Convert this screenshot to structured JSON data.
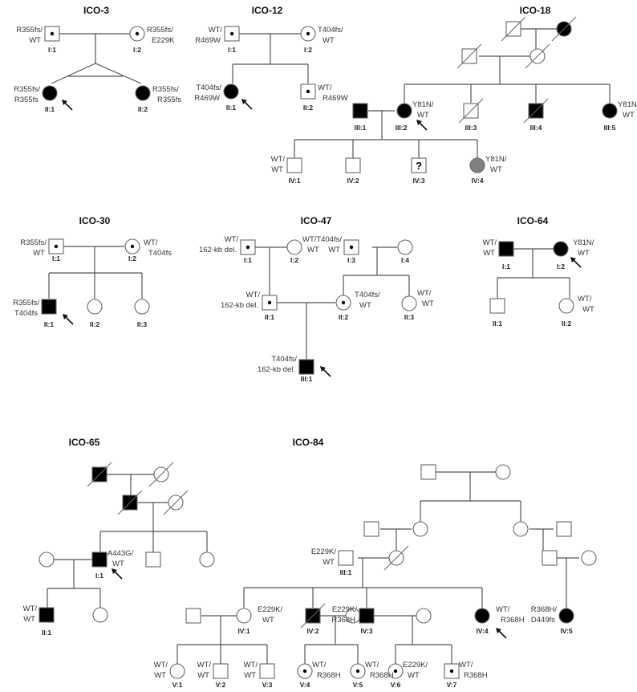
{
  "figure": {
    "type": "pedigree-charts",
    "colors": {
      "affected": "#000000",
      "unaffected": "#ffffff",
      "uncertain": "#808080",
      "line": "#555555",
      "outline": "#666666"
    },
    "legend_semantics": {
      "filled": "affected",
      "dot": "heterozygous carrier",
      "slash": "deceased",
      "question": "unknown status",
      "arrow": "proband",
      "gray": "partially affected"
    },
    "families": [
      {
        "id": "ICO-3",
        "title": "ICO-3",
        "individuals": [
          {
            "id": "I:1",
            "sex": "male",
            "status": "carrier",
            "genotype": [
              "R355fs/",
              "WT"
            ]
          },
          {
            "id": "I:2",
            "sex": "female",
            "status": "carrier",
            "genotype": [
              "R355fs/",
              "E229K"
            ]
          },
          {
            "id": "II:1",
            "sex": "female",
            "status": "affected",
            "genotype": [
              "R355fs/",
              "R355fs"
            ],
            "proband": true,
            "twin": "monozygotic"
          },
          {
            "id": "II:2",
            "sex": "female",
            "status": "affected",
            "genotype": [
              "R355fs/",
              "R355fs"
            ],
            "twin": "monozygotic"
          }
        ]
      },
      {
        "id": "ICO-12",
        "title": "ICO-12",
        "individuals": [
          {
            "id": "I:1",
            "sex": "male",
            "status": "carrier",
            "genotype": [
              "WT/",
              "R469W"
            ]
          },
          {
            "id": "I:2",
            "sex": "female",
            "status": "carrier",
            "genotype": [
              "T404fs/",
              "WT"
            ]
          },
          {
            "id": "II:1",
            "sex": "female",
            "status": "affected",
            "genotype": [
              "T404fs/",
              "R469W"
            ],
            "proband": true
          },
          {
            "id": "II:2",
            "sex": "male",
            "status": "carrier",
            "genotype": [
              "WT/",
              "R469W"
            ]
          }
        ]
      },
      {
        "id": "ICO-18",
        "title": "ICO-18",
        "individuals": [
          {
            "id": "gp-m",
            "sex": "male",
            "status": "unaffected",
            "deceased": true
          },
          {
            "id": "gp-f",
            "sex": "female",
            "status": "affected",
            "deceased": true
          },
          {
            "id": "p-m",
            "sex": "male",
            "status": "unaffected",
            "deceased": true
          },
          {
            "id": "p-f",
            "sex": "female",
            "status": "unaffected",
            "deceased": true
          },
          {
            "id": "III:1",
            "sex": "male",
            "status": "affected"
          },
          {
            "id": "III:2",
            "sex": "female",
            "status": "affected",
            "genotype": [
              "Y81N/",
              "WT"
            ],
            "proband": true
          },
          {
            "id": "III:3",
            "sex": "male",
            "status": "unaffected",
            "deceased": true
          },
          {
            "id": "III:4",
            "sex": "male",
            "status": "affected",
            "deceased": true
          },
          {
            "id": "III:5",
            "sex": "female",
            "status": "affected",
            "genotype": [
              "Y81N/",
              "WT"
            ]
          },
          {
            "id": "IV:1",
            "sex": "male",
            "status": "unaffected",
            "genotype": [
              "WT/",
              "WT"
            ]
          },
          {
            "id": "IV:2",
            "sex": "male",
            "status": "unaffected"
          },
          {
            "id": "IV:3",
            "sex": "male",
            "status": "unknown",
            "mark": "?"
          },
          {
            "id": "IV:4",
            "sex": "female",
            "status": "uncertain",
            "genotype": [
              "Y81N/",
              "WT"
            ]
          }
        ]
      },
      {
        "id": "ICO-30",
        "title": "ICO-30",
        "individuals": [
          {
            "id": "I:1",
            "sex": "male",
            "status": "carrier",
            "genotype": [
              "R355fs/",
              "WT"
            ]
          },
          {
            "id": "I:2",
            "sex": "female",
            "status": "carrier",
            "genotype": [
              "WT/",
              "T404fs"
            ]
          },
          {
            "id": "II:1",
            "sex": "male",
            "status": "affected",
            "genotype": [
              "R355fs/",
              "T404fs"
            ],
            "proband": true
          },
          {
            "id": "II:2",
            "sex": "female",
            "status": "unaffected"
          },
          {
            "id": "II:3",
            "sex": "female",
            "status": "unaffected"
          }
        ]
      },
      {
        "id": "ICO-47",
        "title": "ICO-47",
        "individuals": [
          {
            "id": "I:1",
            "sex": "male",
            "status": "carrier",
            "genotype": [
              "WT/",
              "162-kb del."
            ]
          },
          {
            "id": "I:2",
            "sex": "female",
            "status": "unaffected",
            "genotype": [
              "WT/",
              "WT"
            ]
          },
          {
            "id": "I:3",
            "sex": "male",
            "status": "carrier",
            "genotype": [
              "T404fs/",
              "WT"
            ]
          },
          {
            "id": "I:4",
            "sex": "female",
            "status": "unaffected"
          },
          {
            "id": "II:1",
            "sex": "male",
            "status": "carrier",
            "genotype": [
              "WT/",
              "162-kb del."
            ]
          },
          {
            "id": "II:2",
            "sex": "female",
            "status": "carrier",
            "genotype": [
              "T404fs/",
              "WT"
            ]
          },
          {
            "id": "II:3",
            "sex": "female",
            "status": "unaffected",
            "genotype": [
              "WT/",
              "WT"
            ]
          },
          {
            "id": "III:1",
            "sex": "male",
            "status": "affected",
            "genotype": [
              "T404fs/",
              "162-kb del."
            ],
            "proband": true
          }
        ]
      },
      {
        "id": "ICO-64",
        "title": "ICO-64",
        "individuals": [
          {
            "id": "I:1",
            "sex": "male",
            "status": "affected",
            "genotype": [
              "WT/",
              "WT"
            ]
          },
          {
            "id": "I:2",
            "sex": "female",
            "status": "affected",
            "genotype": [
              "Y81N/",
              "WT"
            ],
            "proband": true
          },
          {
            "id": "II:1",
            "sex": "male",
            "status": "unaffected"
          },
          {
            "id": "II:2",
            "sex": "female",
            "status": "unaffected",
            "genotype": [
              "WT/",
              "WT"
            ]
          }
        ]
      },
      {
        "id": "ICO-65",
        "title": "ICO-65",
        "individuals": [
          {
            "id": "gp-m",
            "sex": "male",
            "status": "affected",
            "deceased": true
          },
          {
            "id": "gp-f",
            "sex": "female",
            "status": "unaffected",
            "deceased": true
          },
          {
            "id": "p-m",
            "sex": "male",
            "status": "affected",
            "deceased": true
          },
          {
            "id": "p-f",
            "sex": "female",
            "status": "unaffected",
            "deceased": true
          },
          {
            "id": "spouse",
            "sex": "female",
            "status": "unaffected"
          },
          {
            "id": "I:1",
            "sex": "male",
            "status": "affected",
            "genotype": [
              "A443G/",
              "WT"
            ],
            "proband": true
          },
          {
            "id": "sib-m",
            "sex": "male",
            "status": "unaffected"
          },
          {
            "id": "sib-f",
            "sex": "female",
            "status": "unaffected"
          },
          {
            "id": "II:1",
            "sex": "male",
            "status": "affected",
            "genotype": [
              "WT/",
              "WT"
            ]
          },
          {
            "id": "child-f",
            "sex": "female",
            "status": "unaffected"
          }
        ]
      },
      {
        "id": "ICO-84",
        "title": "ICO-84",
        "individuals": [
          {
            "id": "top-m",
            "sex": "male",
            "status": "unaffected"
          },
          {
            "id": "top-f",
            "sex": "female",
            "status": "unaffected"
          },
          {
            "id": "l-m",
            "sex": "male",
            "status": "unaffected"
          },
          {
            "id": "l-f",
            "sex": "female",
            "status": "unaffected"
          },
          {
            "id": "r-f",
            "sex": "female",
            "status": "unaffected"
          },
          {
            "id": "r-m",
            "sex": "male",
            "status": "unaffected"
          },
          {
            "id": "III:1",
            "sex": "male",
            "status": "unaffected",
            "genotype": [
              "E229K/",
              "WT"
            ]
          },
          {
            "id": "III-f",
            "sex": "female",
            "status": "unaffected",
            "deceased": true
          },
          {
            "id": "r2-m",
            "sex": "male",
            "status": "unaffected"
          },
          {
            "id": "r2-f",
            "sex": "female",
            "status": "unaffected"
          },
          {
            "id": "IV:1-sp",
            "sex": "male",
            "status": "unaffected"
          },
          {
            "id": "IV:1",
            "sex": "female",
            "status": "unaffected",
            "genotype": [
              "E229K/",
              "WT"
            ]
          },
          {
            "id": "IV:2",
            "sex": "male",
            "status": "affected",
            "deceased": true
          },
          {
            "id": "IV:2-sp",
            "sex": "female",
            "status": "unaffected"
          },
          {
            "id": "IV:3",
            "sex": "male",
            "status": "affected",
            "genotype": [
              "E229K/",
              "R368H"
            ]
          },
          {
            "id": "IV:3-sp",
            "sex": "female",
            "status": "unaffected"
          },
          {
            "id": "IV:4",
            "sex": "female",
            "status": "affected",
            "genotype": [
              "WT/",
              "R368H"
            ],
            "proband": true
          },
          {
            "id": "IV:5",
            "sex": "female",
            "status": "affected",
            "genotype": [
              "R368H/",
              "D449fs"
            ]
          },
          {
            "id": "V:1",
            "sex": "female",
            "status": "unaffected",
            "genotype": [
              "WT/",
              "WT"
            ]
          },
          {
            "id": "V:2",
            "sex": "male",
            "status": "unaffected",
            "genotype": [
              "WT/",
              "WT"
            ]
          },
          {
            "id": "V:3",
            "sex": "male",
            "status": "unaffected",
            "genotype": [
              "WT/",
              "WT"
            ]
          },
          {
            "id": "V:4",
            "sex": "female",
            "status": "carrier",
            "genotype": [
              "WT/",
              "R368H"
            ]
          },
          {
            "id": "V:5",
            "sex": "female",
            "status": "carrier",
            "genotype": [
              "WT/",
              "R368H"
            ]
          },
          {
            "id": "V:6",
            "sex": "female",
            "status": "carrier",
            "genotype": [
              "E229K/",
              "WT"
            ]
          },
          {
            "id": "V:7",
            "sex": "male",
            "status": "carrier",
            "genotype": [
              "WT/",
              "R368H"
            ]
          }
        ]
      }
    ]
  }
}
